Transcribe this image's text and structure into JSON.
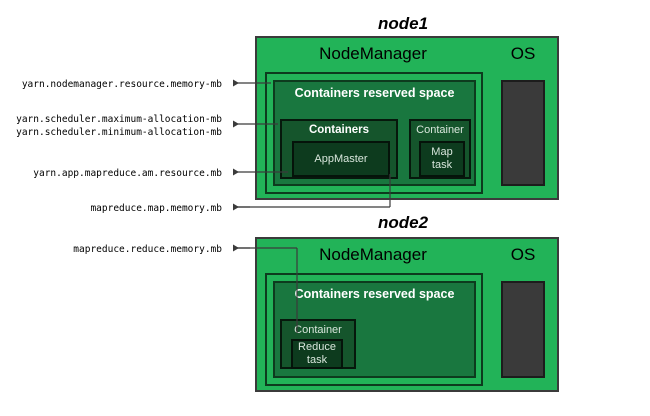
{
  "diagram": {
    "title_node1": "node1",
    "title_node2": "node2",
    "nodemanager_label": "NodeManager",
    "os_label": "OS",
    "reserved_space_label": "Containers reserved space",
    "containers_plural_label": "Containers",
    "container_singular_label": "Container",
    "appmaster_label": "AppMaster",
    "map_task_label": "Map\ntask",
    "reduce_task_label": "Reduce\ntask"
  },
  "annotations": [
    {
      "id": "nodemanager-resource-memory-mb",
      "text": "yarn.nodemanager.resource.memory-mb"
    },
    {
      "id": "scheduler-maximum-allocation-mb",
      "text": "yarn.scheduler.maximum-allocation-mb"
    },
    {
      "id": "scheduler-minimum-allocation-mb",
      "text": "yarn.scheduler.minimum-allocation-mb"
    },
    {
      "id": "am-resource-mb",
      "text": "yarn.app.mapreduce.am.resource.mb"
    },
    {
      "id": "map-memory-mb",
      "text": "mapreduce.map.memory.mb"
    },
    {
      "id": "reduce-memory-mb",
      "text": "mapreduce.reduce.memory.mb"
    }
  ],
  "colors": {
    "node_green": "#22b358",
    "reserved_green": "#19773f",
    "containers_green": "#15552c",
    "task_green": "#0d3b1e",
    "os_dark": "#3a3a3a",
    "outline": "#3b3b3b",
    "connector": "#3b3b3b",
    "background": "#ffffff"
  }
}
